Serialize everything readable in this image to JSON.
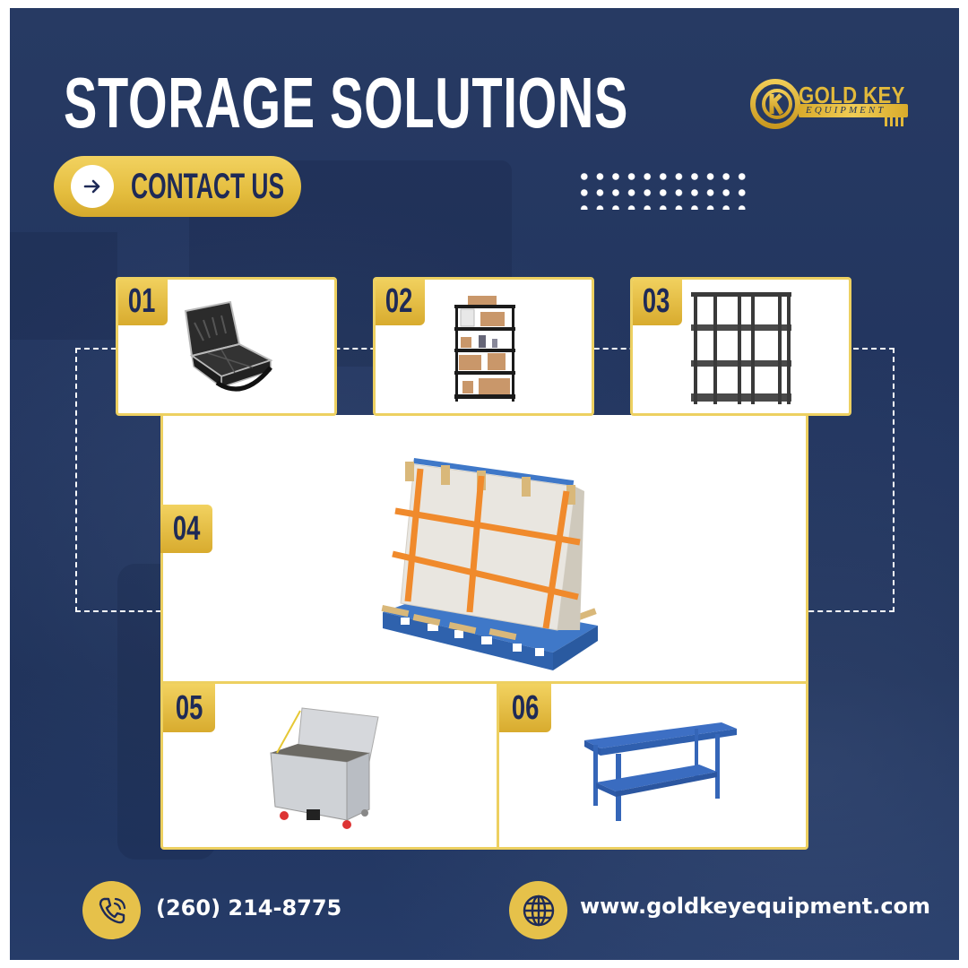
{
  "header": {
    "title": "STORAGE SOLUTIONS",
    "contact_button_label": "CONTACT US",
    "contact_button_icon": "arrow-right-icon"
  },
  "logo": {
    "brand": "GOLD KEY",
    "tagline": "EQUIPMENT",
    "icon": "key-icon"
  },
  "decor": {
    "dot_grid": {
      "rows": 3,
      "cols": 11
    }
  },
  "products": [
    {
      "number": "01",
      "item": "Aluminum tool case with shoulder strap"
    },
    {
      "number": "02",
      "item": "Black steel shelving unit with boxes"
    },
    {
      "number": "03",
      "item": "Black plastic ventilated shelving"
    },
    {
      "number": "04",
      "item": "Blue A-frame panel cart with orange straps"
    },
    {
      "number": "05",
      "item": "Diamond plate aluminum job box on casters"
    },
    {
      "number": "06",
      "item": "Blue steel workbench with lower shelf"
    }
  ],
  "footer": {
    "phone": "(260) 214-8775",
    "phone_icon": "phone-icon",
    "website": "www.goldkeyequipment.com",
    "website_icon": "globe-icon"
  },
  "colors": {
    "background": "#243a66",
    "accent_gold": "#e6c14a",
    "card_border": "#edd061",
    "badge_text": "#1e2a57",
    "white": "#ffffff"
  }
}
